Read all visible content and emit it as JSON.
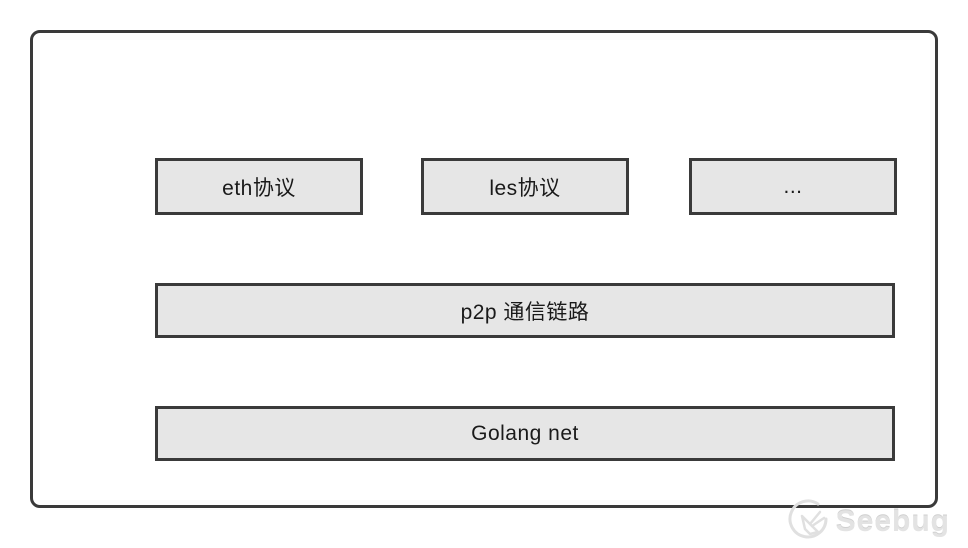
{
  "diagram": {
    "protocol_boxes": [
      {
        "label": "eth协议"
      },
      {
        "label": "les协议"
      },
      {
        "label": "..."
      }
    ],
    "p2p_layer": {
      "label": "p2p 通信链路"
    },
    "net_layer": {
      "label": "Golang net"
    }
  },
  "watermark": {
    "brand": "Seebug"
  },
  "colors": {
    "box_fill": "#e6e6e6",
    "box_border": "#3a3a3a",
    "container_border": "#3a3a3a",
    "text": "#1a1a1a",
    "watermark": "#e3e3e3",
    "background": "#ffffff"
  }
}
